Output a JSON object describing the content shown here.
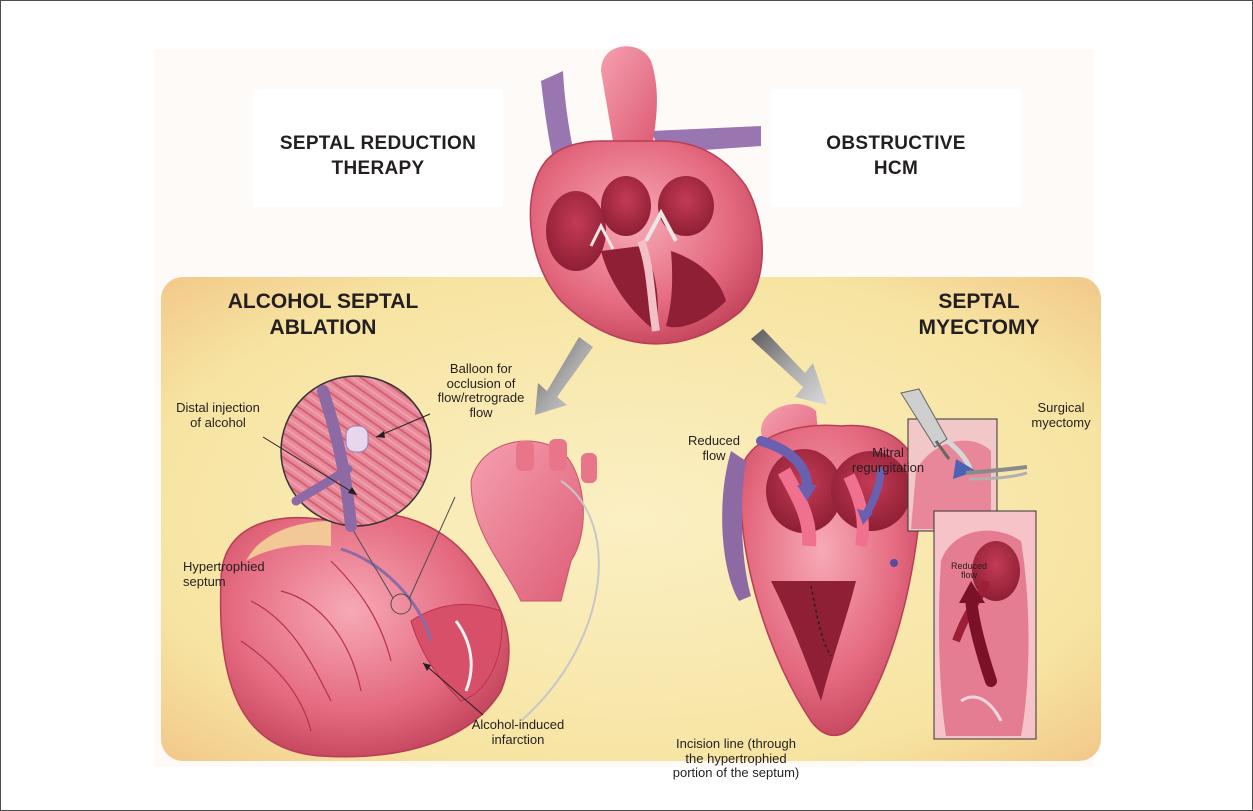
{
  "headings": {
    "left_top": "SEPTAL REDUCTION\nTHERAPY",
    "right_top": "OBSTRUCTIVE\nHCM",
    "left_section": "ALCOHOL SEPTAL\nABLATION",
    "right_section": "SEPTAL\nMYECTOMY"
  },
  "labels": {
    "balloon": "Balloon for\nocclusion of\nflow/retrograde\nflow",
    "distal_injection": "Distal injection\nof alcohol",
    "hypertrophied_septum": "Hypertrophied\nseptum",
    "alcohol_infarction": "Alcohol-induced\ninfarction",
    "reduced_flow": "Reduced\nflow",
    "mitral_regurgitation": "Mitral\nregurgitation",
    "surgical_myectomy": "Surgical\nmyectomy",
    "reduced_flow_inset": "Reduced\nflow",
    "incision_line": "Incision line (through\nthe hypertrophied\nportion of the septum)"
  },
  "colors": {
    "panel_yellow": "#f7e6a6",
    "panel_edge": "#f2c98a",
    "heart_pink": "#e8788c",
    "heart_dark": "#b8344c",
    "vessel_purple": "#8e6aa5",
    "arrow_gray": "#8c8c8c"
  }
}
